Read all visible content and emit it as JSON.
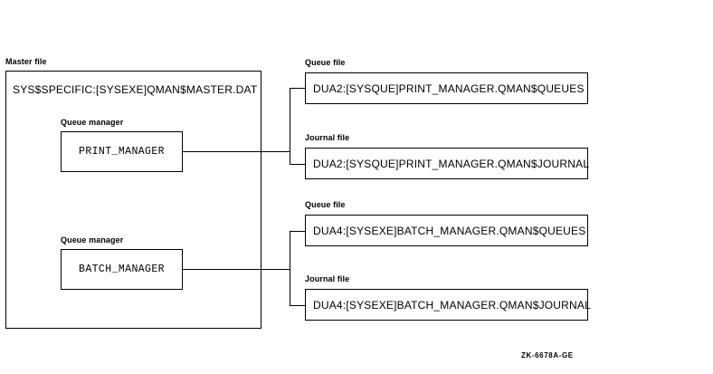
{
  "diagram": {
    "master": {
      "label": "Master file",
      "path": "SYS$SPECIFIC:[SYSEXE]QMAN$MASTER.DAT"
    },
    "managers": [
      {
        "label": "Queue manager",
        "name": "PRINT_MANAGER"
      },
      {
        "label": "Queue manager",
        "name": "BATCH_MANAGER"
      }
    ],
    "files": [
      {
        "label": "Queue file",
        "path": "DUA2:[SYSQUE]PRINT_MANAGER.QMAN$QUEUES"
      },
      {
        "label": "Journal file",
        "path": "DUA2:[SYSQUE]PRINT_MANAGER.QMAN$JOURNAL"
      },
      {
        "label": "Queue file",
        "path": "DUA4:[SYSEXE]BATCH_MANAGER.QMAN$QUEUES"
      },
      {
        "label": "Journal file",
        "path": "DUA4:[SYSEXE]BATCH_MANAGER.QMAN$JOURNAL"
      }
    ],
    "figure_id": "ZK-6678A-GE"
  }
}
